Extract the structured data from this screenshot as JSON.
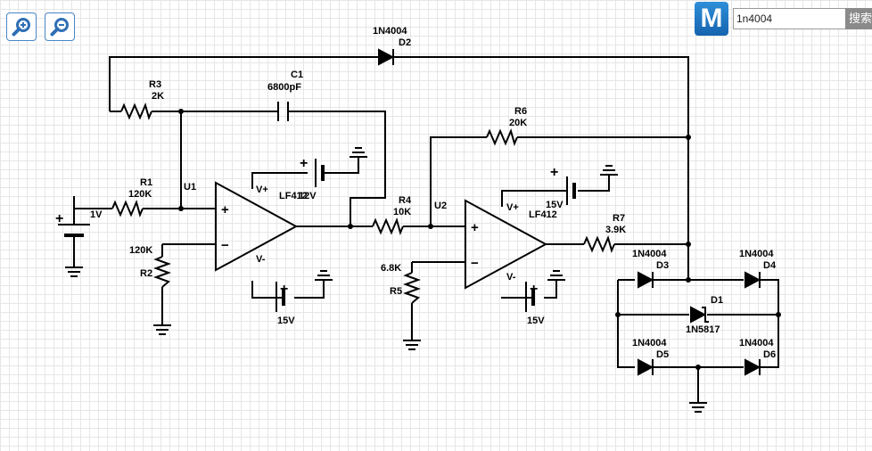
{
  "toolbar": {
    "zoom_in_icon": "zoom-in-icon",
    "zoom_out_icon": "zoom-out-icon"
  },
  "search": {
    "logo_letter": "M",
    "value": "1n4004",
    "button_label": "搜索"
  },
  "colors": {
    "wire": "#000000",
    "accent": "#2f8fd9",
    "button_border": "#4a86c5"
  },
  "components": {
    "v1": "1V",
    "r1": {
      "name": "R1",
      "value": "120K"
    },
    "r2": {
      "name": "R2",
      "value": "120K"
    },
    "r3": {
      "name": "R3",
      "value": "2K"
    },
    "r4": {
      "name": "R4",
      "value": "10K"
    },
    "r5": {
      "name": "R5",
      "value": "6.8K"
    },
    "r6": {
      "name": "R6",
      "value": "20K"
    },
    "r7": {
      "name": "R7",
      "value": "3.9K"
    },
    "c1": {
      "name": "C1",
      "value": "6800pF"
    },
    "u1": {
      "name": "U1",
      "part": "LF412",
      "supply_top": "12V",
      "supply_bottom": "15V",
      "vplus": "V+",
      "vminus": "V-"
    },
    "u2": {
      "name": "U2",
      "part": "LF412",
      "supply_top": "15V",
      "supply_bottom": "15V",
      "vplus": "V+",
      "vminus": "V-"
    },
    "d1": {
      "name": "D1",
      "part": "1N5817"
    },
    "d2": {
      "name": "D2",
      "part": "1N4004"
    },
    "d3": {
      "name": "D3",
      "part": "1N4004"
    },
    "d4": {
      "name": "D4",
      "part": "1N4004"
    },
    "d5": {
      "name": "D5",
      "part": "1N4004"
    },
    "d6": {
      "name": "D6",
      "part": "1N4004"
    },
    "opamp_plus": "+",
    "opamp_minus": "−",
    "battery_plus": "+"
  }
}
